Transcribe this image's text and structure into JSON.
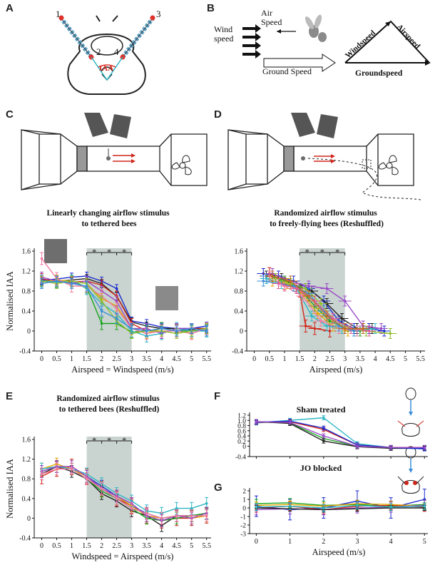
{
  "panels": {
    "A": {
      "letter": "A",
      "marker1": "1",
      "marker2": "2",
      "marker3": "3",
      "marker4": "4",
      "iaa": "IAA"
    },
    "B": {
      "letter": "B",
      "air_speed": "Air Speed",
      "wind_speed": "Wind speed",
      "ground_speed": "Ground Speed",
      "triangle_windspeed": "Windspeed",
      "triangle_airspeed": "Airspeed",
      "triangle_groundspeed": "Groundspeed"
    },
    "C": {
      "letter": "C",
      "caption": "Linearly changing airflow stimulus to tethered bees"
    },
    "D": {
      "letter": "D",
      "caption": "Randomized airflow stimulus to freely-flying bees (Reshuffled)"
    },
    "E": {
      "letter": "E",
      "caption": "Randomized airflow stimulus to tethered bees (Reshuffled)"
    },
    "F": {
      "letter": "F",
      "subtitle": "Sham treated"
    },
    "G": {
      "letter": "G",
      "subtitle": "JO blocked"
    }
  },
  "colors": {
    "shade": "#c9d3d0",
    "series": [
      "#1a2ad0",
      "#d1261b",
      "#1aa51f",
      "#e0a800",
      "#2fb6c4",
      "#9a49c8",
      "#222222",
      "#f07aa0",
      "#8fbf2f",
      "#3a8fd8",
      "#e05c9a",
      "#c06b20"
    ]
  },
  "chart_data": [
    {
      "id": "C",
      "type": "line",
      "xlabel": "Airspeed = Windspeed (m/s)",
      "ylabel": "Normalised IAA",
      "xlim": [
        -0.25,
        5.65
      ],
      "ylim": [
        -0.4,
        1.6
      ],
      "xticks": [
        "0",
        "0.5",
        "1",
        "1.5",
        "2",
        "2.5",
        "3",
        "3.5",
        "4",
        "4.5",
        "5",
        "5.5"
      ],
      "yticks": [
        "-0.4",
        "0",
        "0.4",
        "0.8",
        "1.2",
        "1.6"
      ],
      "shade": [
        1.5,
        3.0
      ],
      "stars": [
        "*",
        "*",
        "*"
      ],
      "x": [
        0,
        0.5,
        1,
        1.5,
        2,
        2.5,
        3,
        3.5,
        4,
        4.5,
        5,
        5.5
      ],
      "series": [
        {
          "color": "#1a2ad0",
          "values": [
            1.02,
            1.04,
            1.08,
            1.1,
            1.0,
            0.85,
            0.2,
            0.15,
            0.08,
            0.05,
            0.05,
            0.1
          ],
          "err": 0.08
        },
        {
          "color": "#222222",
          "values": [
            1.0,
            1.0,
            1.02,
            1.05,
            0.95,
            0.7,
            0.18,
            0.1,
            0.05,
            0.05,
            0.02,
            0.05
          ],
          "err": 0.08
        },
        {
          "color": "#d1261b",
          "values": [
            1.05,
            0.98,
            0.98,
            1.0,
            0.92,
            0.7,
            0.15,
            0.0,
            0.05,
            0.0,
            0.05,
            0.05
          ],
          "err": 0.1
        },
        {
          "color": "#1aa51f",
          "values": [
            1.0,
            1.0,
            1.0,
            0.88,
            0.15,
            0.15,
            -0.02,
            0.0,
            0.05,
            0.0,
            0.0,
            0.05
          ],
          "err": 0.12
        },
        {
          "color": "#e0a800",
          "values": [
            0.98,
            1.02,
            1.0,
            0.95,
            0.65,
            0.5,
            0.05,
            -0.05,
            0.05,
            0.0,
            -0.05,
            0.05
          ],
          "err": 0.1
        },
        {
          "color": "#2fb6c4",
          "values": [
            1.0,
            0.98,
            1.0,
            0.85,
            0.55,
            0.35,
            0.0,
            -0.1,
            -0.05,
            0.05,
            0.0,
            0.0
          ],
          "err": 0.12
        },
        {
          "color": "#9a49c8",
          "values": [
            1.08,
            1.0,
            0.95,
            1.0,
            0.8,
            0.6,
            0.05,
            0.05,
            -0.05,
            0.05,
            0.05,
            0.0
          ],
          "err": 0.1
        },
        {
          "color": "#f07aa0",
          "values": [
            1.45,
            1.05,
            0.9,
            0.9,
            0.7,
            0.45,
            0.05,
            -0.05,
            0.0,
            0.0,
            -0.05,
            0.05
          ],
          "err": 0.12
        },
        {
          "color": "#8fbf2f",
          "values": [
            1.0,
            0.95,
            1.0,
            0.95,
            0.6,
            0.2,
            -0.05,
            0.0,
            0.0,
            -0.05,
            0.0,
            0.05
          ],
          "err": 0.1
        },
        {
          "color": "#3a8fd8",
          "values": [
            0.95,
            1.0,
            0.95,
            0.9,
            0.4,
            0.25,
            0.05,
            0.0,
            0.05,
            0.0,
            0.05,
            0.0
          ],
          "err": 0.1
        }
      ]
    },
    {
      "id": "D",
      "type": "line",
      "xlabel": "Airspeed (m/s)",
      "ylabel": "",
      "xlim": [
        -0.25,
        5.65
      ],
      "ylim": [
        -0.4,
        1.6
      ],
      "xticks": [
        "0",
        "0.5",
        "1",
        "1.5",
        "2",
        "2.5",
        "3",
        "3.5",
        "4",
        "4.5",
        "5",
        "5.5"
      ],
      "yticks": [
        "-0.4",
        "0",
        "0.4",
        "0.8",
        "1.2",
        "1.6"
      ],
      "shade": [
        1.5,
        3.0
      ],
      "stars": [
        "*",
        "*",
        "*"
      ],
      "series": [
        {
          "color": "#1a2ad0",
          "x": [
            0.3,
            0.8,
            1.3,
            1.8,
            2.3,
            2.8,
            3.3,
            3.8,
            4.3
          ],
          "values": [
            1.15,
            1.1,
            1.0,
            0.85,
            0.6,
            0.2,
            0.05,
            0.05,
            0.0
          ],
          "err": 0.1
        },
        {
          "color": "#222222",
          "x": [
            0.4,
            0.9,
            1.4,
            1.9,
            2.4,
            2.9,
            3.4,
            3.9
          ],
          "values": [
            1.1,
            1.05,
            0.9,
            0.8,
            0.55,
            0.25,
            0.05,
            0.05
          ],
          "err": 0.1
        },
        {
          "color": "#d1261b",
          "x": [
            0.5,
            1.0,
            1.5,
            1.7,
            2.0,
            2.5
          ],
          "values": [
            1.15,
            0.95,
            0.8,
            0.1,
            0.05,
            0.0
          ],
          "err": 0.12
        },
        {
          "color": "#1aa51f",
          "x": [
            0.5,
            1.0,
            1.5,
            2.0,
            2.5,
            3.0,
            3.5
          ],
          "values": [
            1.1,
            1.0,
            0.85,
            0.5,
            0.2,
            0.05,
            0.0
          ],
          "err": 0.1
        },
        {
          "color": "#e0a800",
          "x": [
            0.6,
            1.1,
            1.6,
            2.1,
            2.6,
            3.1,
            3.6
          ],
          "values": [
            1.0,
            0.95,
            0.75,
            0.35,
            0.1,
            0.0,
            0.05
          ],
          "err": 0.1
        },
        {
          "color": "#2fb6c4",
          "x": [
            0.4,
            0.9,
            1.4,
            1.9,
            2.4,
            2.9,
            3.4,
            4.0
          ],
          "values": [
            1.05,
            0.95,
            0.85,
            0.3,
            0.1,
            0.05,
            0.0,
            0.05
          ],
          "err": 0.1
        },
        {
          "color": "#9a49c8",
          "x": [
            0.6,
            1.2,
            1.8,
            2.4,
            3.0,
            3.6,
            4.2
          ],
          "values": [
            1.15,
            1.0,
            0.9,
            0.85,
            0.6,
            0.1,
            0.05
          ],
          "err": 0.1
        },
        {
          "color": "#f07aa0",
          "x": [
            0.5,
            1.0,
            1.6,
            2.2,
            2.8,
            3.4
          ],
          "values": [
            1.1,
            0.9,
            0.7,
            0.2,
            0.05,
            0.0
          ],
          "err": 0.1
        },
        {
          "color": "#8fbf2f",
          "x": [
            0.7,
            1.2,
            1.7,
            2.2,
            2.7,
            3.2,
            3.7,
            4.5
          ],
          "values": [
            1.05,
            0.95,
            0.85,
            0.55,
            0.15,
            0.05,
            0.0,
            -0.05
          ],
          "err": 0.1
        },
        {
          "color": "#3a8fd8",
          "x": [
            0.3,
            0.8,
            1.3,
            1.8,
            2.3,
            2.8,
            3.3
          ],
          "values": [
            1.0,
            0.95,
            0.9,
            0.75,
            0.4,
            0.1,
            0.0
          ],
          "err": 0.1
        },
        {
          "color": "#e05c9a",
          "x": [
            0.8,
            1.4,
            2.0,
            2.6,
            3.2,
            3.8
          ],
          "values": [
            0.95,
            0.85,
            0.6,
            0.25,
            0.05,
            0.0
          ],
          "err": 0.1
        },
        {
          "color": "#c06b20",
          "x": [
            0.6,
            1.2,
            1.8,
            2.4,
            3.0,
            3.6
          ],
          "values": [
            1.1,
            1.0,
            0.7,
            0.3,
            0.05,
            0.05
          ],
          "err": 0.1
        }
      ]
    },
    {
      "id": "E",
      "type": "line",
      "xlabel": "Windspeed = Airspeed (m/s)",
      "ylabel": "Normalised IAA",
      "xlim": [
        -0.25,
        5.65
      ],
      "ylim": [
        -0.4,
        1.6
      ],
      "xticks": [
        "0",
        "0.5",
        "1",
        "1.5",
        "2",
        "2.5",
        "3",
        "3.5",
        "4",
        "4.5",
        "5",
        "5.5"
      ],
      "yticks": [
        "-0.4",
        "0",
        "0.4",
        "0.8",
        "1.2",
        "1.6"
      ],
      "shade": [
        1.5,
        3.0
      ],
      "stars": [
        "*",
        "*",
        "*"
      ],
      "x": [
        0,
        0.5,
        1,
        1.5,
        2,
        2.5,
        3,
        3.5,
        4,
        4.5,
        5,
        5.5
      ],
      "series": [
        {
          "color": "#1a2ad0",
          "values": [
            0.95,
            1.05,
            1.0,
            0.85,
            0.65,
            0.45,
            0.25,
            0.1,
            0.0,
            0.05,
            0.05,
            0.1
          ],
          "err": 0.12
        },
        {
          "color": "#222222",
          "values": [
            0.9,
            1.05,
            0.95,
            0.8,
            0.5,
            0.35,
            0.15,
            0.05,
            -0.15,
            0.05,
            0.05,
            0.1
          ],
          "err": 0.12
        },
        {
          "color": "#d1261b",
          "values": [
            0.85,
            1.0,
            1.05,
            0.85,
            0.6,
            0.4,
            0.25,
            0.05,
            -0.05,
            0.0,
            0.0,
            0.05
          ],
          "err": 0.15
        },
        {
          "color": "#1aa51f",
          "values": [
            0.95,
            1.05,
            1.0,
            0.8,
            0.55,
            0.4,
            0.2,
            0.0,
            -0.05,
            0.0,
            0.05,
            0.1
          ],
          "err": 0.12
        },
        {
          "color": "#e0a800",
          "values": [
            1.0,
            1.1,
            1.0,
            0.85,
            0.6,
            0.45,
            0.25,
            0.05,
            0.0,
            0.05,
            0.0,
            0.05
          ],
          "err": 0.12
        },
        {
          "color": "#2fb6c4",
          "values": [
            1.0,
            1.05,
            1.0,
            0.9,
            0.7,
            0.5,
            0.35,
            0.15,
            0.1,
            0.2,
            0.2,
            0.3
          ],
          "err": 0.12
        },
        {
          "color": "#9a49c8",
          "values": [
            0.95,
            1.05,
            1.05,
            0.85,
            0.6,
            0.45,
            0.3,
            0.05,
            -0.05,
            0.05,
            0.0,
            0.1
          ],
          "err": 0.12
        },
        {
          "color": "#f07aa0",
          "values": [
            0.9,
            1.0,
            1.0,
            0.8,
            0.6,
            0.4,
            0.2,
            0.1,
            0.0,
            0.05,
            0.05,
            0.05
          ],
          "err": 0.12
        }
      ]
    },
    {
      "id": "F",
      "type": "line",
      "xlabel": "",
      "ylabel": "",
      "xlim": [
        -0.2,
        5.1
      ],
      "ylim": [
        -0.4,
        1.2
      ],
      "xticks": [],
      "yticks": [
        "-0.4",
        "0",
        "0.2",
        "0.4",
        "0.6",
        "0.8",
        "1.0",
        "1.2"
      ],
      "x": [
        0,
        1,
        2,
        3,
        4,
        5
      ],
      "series": [
        {
          "color": "#2fb6c4",
          "values": [
            0.9,
            1.0,
            1.1,
            0.1,
            -0.05,
            -0.1
          ],
          "err": 0.08
        },
        {
          "color": "#d1261b",
          "values": [
            0.92,
            0.95,
            0.65,
            0.05,
            -0.05,
            -0.05
          ],
          "err": 0.08
        },
        {
          "color": "#1aa51f",
          "values": [
            0.95,
            0.9,
            0.3,
            0.0,
            -0.08,
            -0.05
          ],
          "err": 0.08
        },
        {
          "color": "#222222",
          "values": [
            0.95,
            0.88,
            0.2,
            -0.02,
            -0.08,
            -0.08
          ],
          "err": 0.08
        },
        {
          "color": "#1a2ad0",
          "values": [
            0.93,
            0.97,
            0.7,
            0.05,
            -0.05,
            -0.1
          ],
          "err": 0.08
        },
        {
          "color": "#9a49c8",
          "values": [
            0.95,
            0.92,
            0.4,
            0.0,
            -0.05,
            -0.05
          ],
          "err": 0.08
        }
      ]
    },
    {
      "id": "G",
      "type": "line",
      "xlabel": "Airspeed (m/s)",
      "ylabel": "",
      "xlim": [
        -0.2,
        5.1
      ],
      "ylim": [
        -3,
        2
      ],
      "xticks": [
        "0",
        "1",
        "2",
        "3",
        "4",
        "5"
      ],
      "yticks": [
        "-3",
        "-2",
        "-1",
        "0",
        "1",
        "2"
      ],
      "x": [
        0,
        1,
        2,
        3,
        4,
        5
      ],
      "series": [
        {
          "color": "#1a2ad0",
          "values": [
            0.2,
            -0.2,
            0.0,
            0.8,
            0.0,
            1.0
          ],
          "err": 1.2
        },
        {
          "color": "#1aa51f",
          "values": [
            0.5,
            0.6,
            0.3,
            0.4,
            0.2,
            0.4
          ],
          "err": 0.5
        },
        {
          "color": "#d1261b",
          "values": [
            0.0,
            0.2,
            -0.2,
            0.2,
            0.3,
            0.1
          ],
          "err": 0.5
        },
        {
          "color": "#e0a800",
          "values": [
            0.3,
            0.4,
            0.2,
            0.5,
            0.4,
            0.2
          ],
          "err": 0.4
        },
        {
          "color": "#9a49c8",
          "values": [
            -0.2,
            -0.1,
            -0.2,
            0.0,
            0.1,
            0.3
          ],
          "err": 0.6
        },
        {
          "color": "#222222",
          "values": [
            0.0,
            -0.1,
            -0.2,
            -0.1,
            0.0,
            0.0
          ],
          "err": 0.3
        },
        {
          "color": "#2fb6c4",
          "values": [
            0.1,
            0.2,
            0.0,
            0.3,
            0.1,
            0.2
          ],
          "err": 0.4
        }
      ]
    }
  ]
}
